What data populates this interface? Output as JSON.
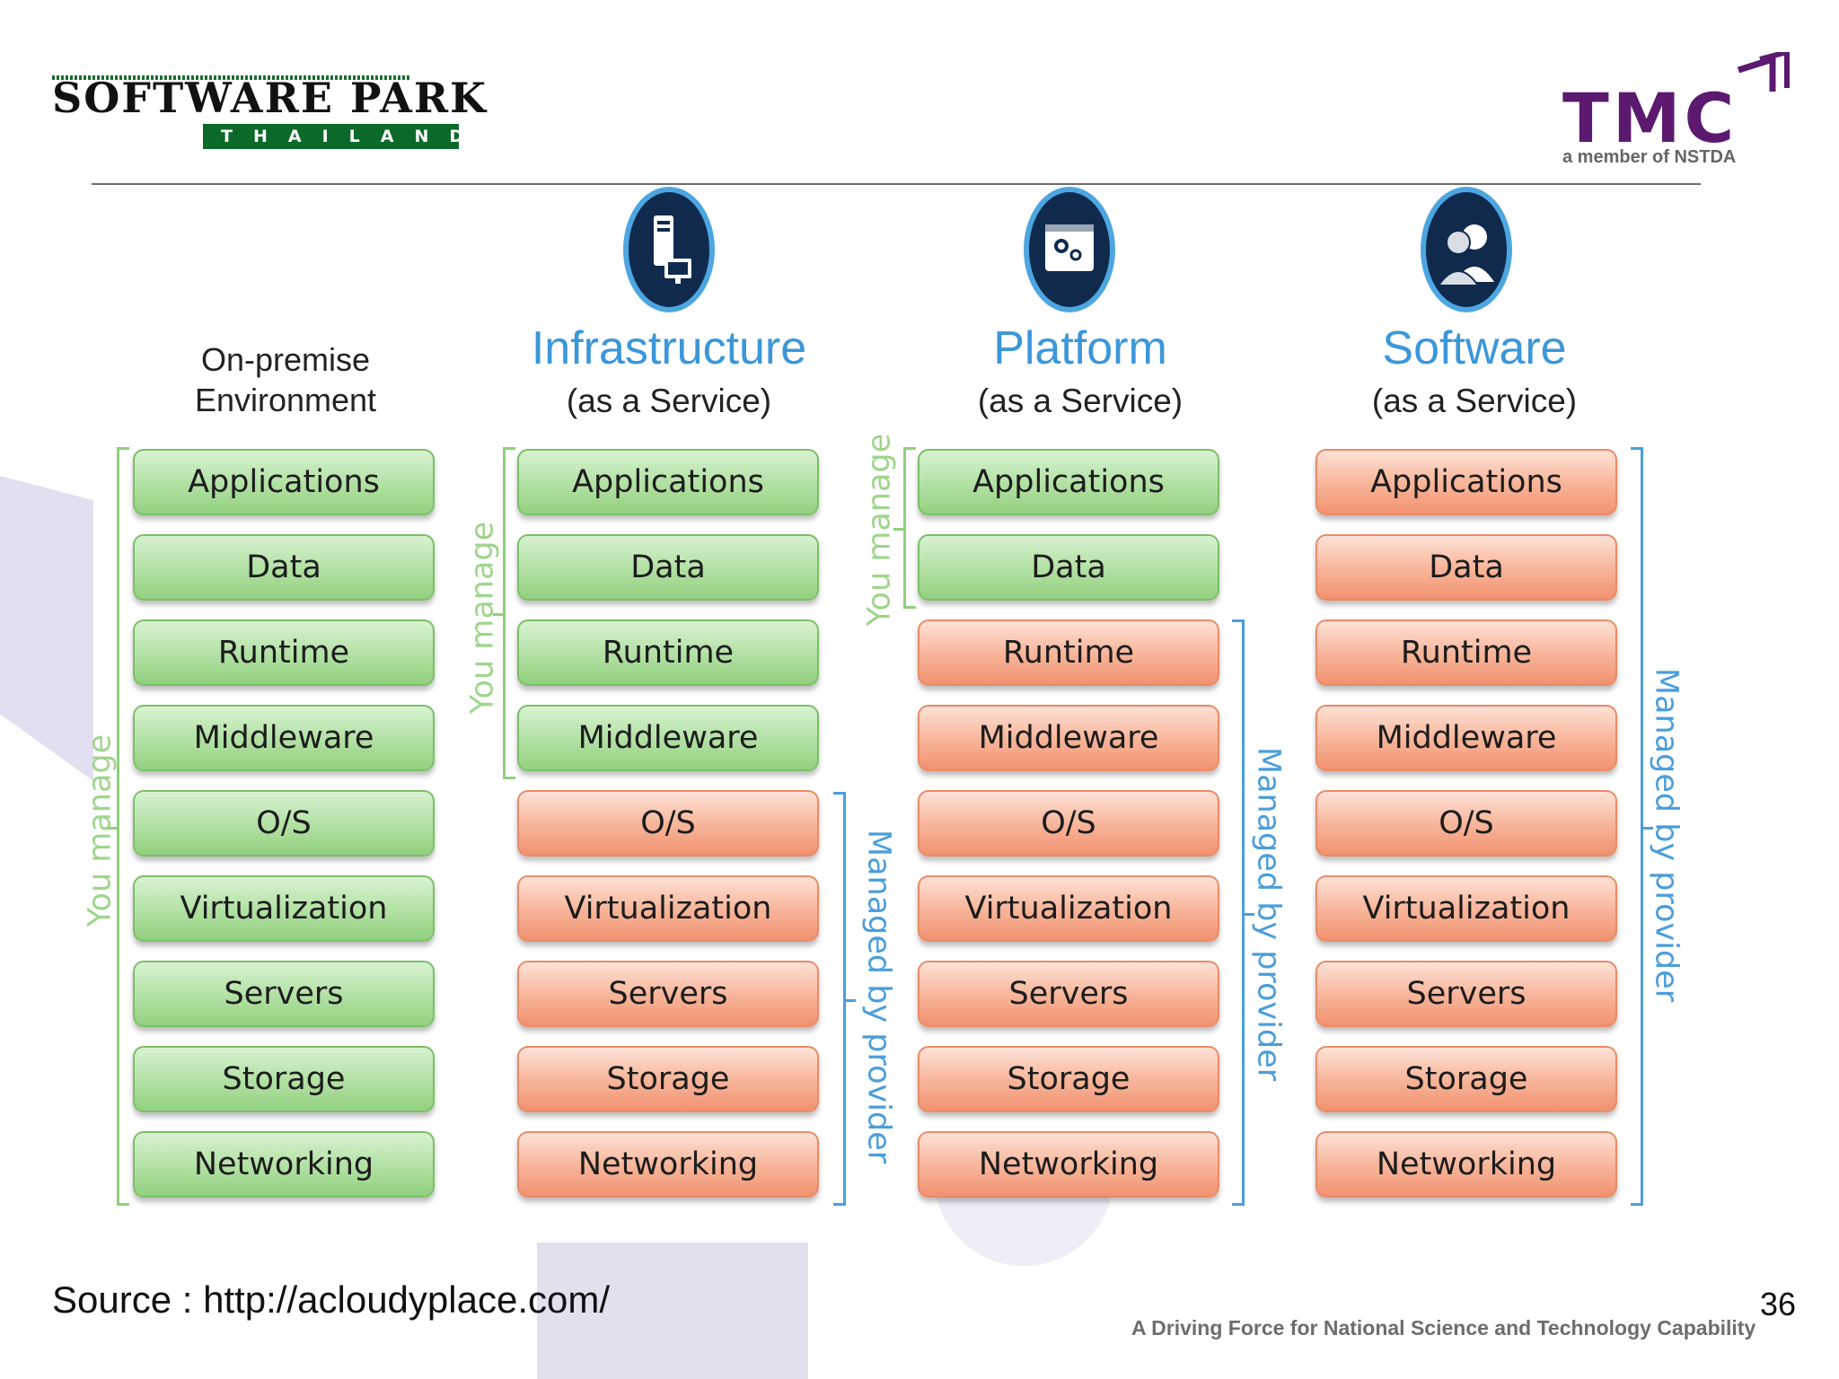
{
  "header": {
    "left_logo": {
      "name": "SOFTWARE PARK",
      "sub": "THAILAND",
      "icon": "software-park-thailand-logo"
    },
    "right_logo": {
      "name": "TMC",
      "tagline": "a member of NSTDA",
      "icon": "tmc-logo"
    }
  },
  "columns": [
    {
      "id": "onpremise",
      "title_line1": "On-premise",
      "title_line2": "Environment",
      "icon": null,
      "layers": [
        "Applications",
        "Data",
        "Runtime",
        "Middleware",
        "O/S",
        "Virtualization",
        "Servers",
        "Storage",
        "Networking"
      ],
      "managed_by_you": 9
    },
    {
      "id": "iaas",
      "title": "Infrastructure",
      "subtitle": "(as a Service)",
      "icon": "server-monitor-icon",
      "layers": [
        "Applications",
        "Data",
        "Runtime",
        "Middleware",
        "O/S",
        "Virtualization",
        "Servers",
        "Storage",
        "Networking"
      ],
      "managed_by_you": 4
    },
    {
      "id": "paas",
      "title": "Platform",
      "subtitle": "(as a Service)",
      "icon": "gear-window-icon",
      "layers": [
        "Applications",
        "Data",
        "Runtime",
        "Middleware",
        "O/S",
        "Virtualization",
        "Servers",
        "Storage",
        "Networking"
      ],
      "managed_by_you": 2
    },
    {
      "id": "saas",
      "title": "Software",
      "subtitle": "(as a Service)",
      "icon": "users-icon",
      "layers": [
        "Applications",
        "Data",
        "Runtime",
        "Middleware",
        "O/S",
        "Virtualization",
        "Servers",
        "Storage",
        "Networking"
      ],
      "managed_by_you": 0
    }
  ],
  "labels": {
    "you_manage": "You manage",
    "managed_by_provider": "Managed by provider"
  },
  "colors": {
    "you_manage": "#92d07f",
    "provider": "#f19270",
    "title_blue": "#3b97d9",
    "bracket_blue": "#4b9edb"
  },
  "footer": {
    "source": "Source :  http://acloudyplace.com/",
    "page_number": "36",
    "tagline": "A Driving Force for National Science and Technology Capability"
  }
}
